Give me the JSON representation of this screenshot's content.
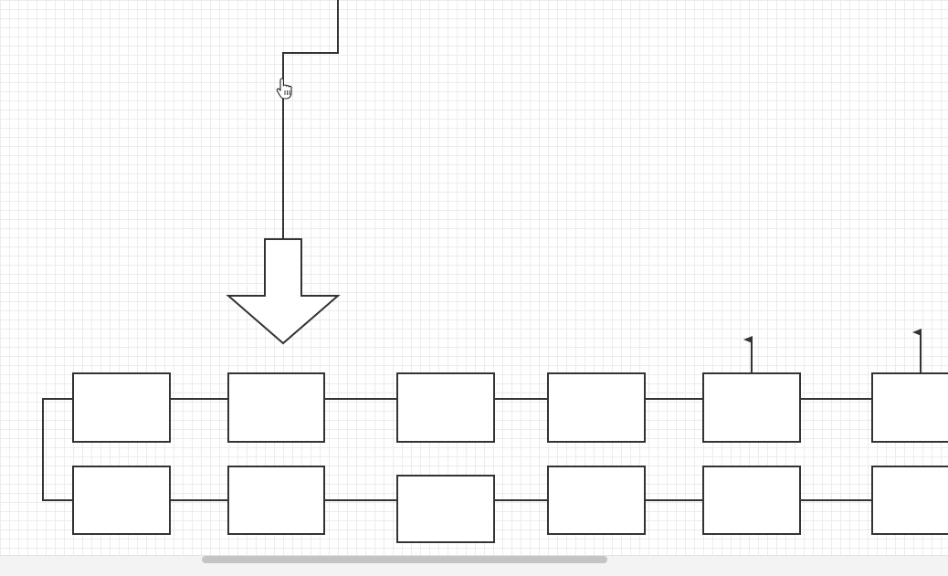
{
  "canvas": {
    "grid": true,
    "background": "#ffffff",
    "grid_color": "#ececec"
  },
  "diagram": {
    "stroke_color": "#333333",
    "fill_color": "#ffffff",
    "top_row_boxes": 6,
    "bottom_row_boxes": 6,
    "shapes": [
      "down-arrow-block",
      "rectangle",
      "connector",
      "arrowhead"
    ]
  },
  "cursor": {
    "icon": "hand-pointer-icon"
  },
  "scrollbar": {
    "orientation": "horizontal",
    "thumb_color": "#c4c4c4"
  }
}
